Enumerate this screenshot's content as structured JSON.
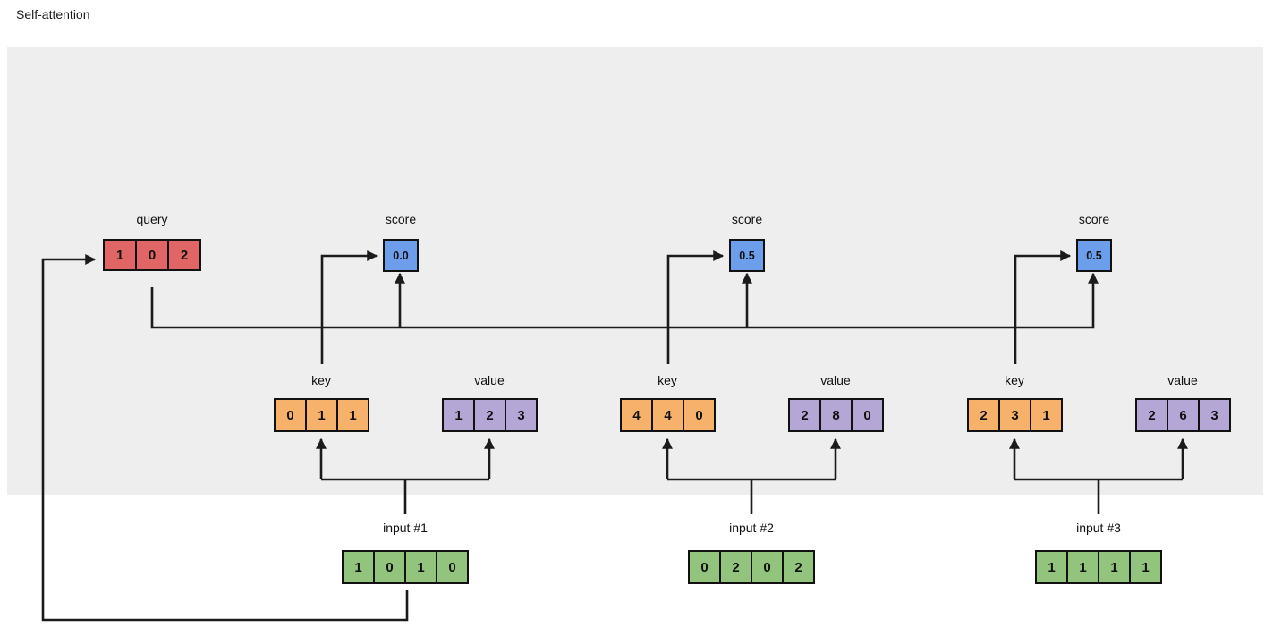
{
  "title": "Self-attention",
  "colors": {
    "query": "#e06666",
    "score": "#6d9eeb",
    "key": "#f6b26b",
    "value": "#b4a7d6",
    "input": "#93c47d",
    "panel": "#eeeeee",
    "line": "#1b1b1b"
  },
  "query": {
    "label": "query",
    "values": [
      "1",
      "0",
      "2"
    ]
  },
  "scores": [
    {
      "label": "score",
      "value": "0.0"
    },
    {
      "label": "score",
      "value": "0.5"
    },
    {
      "label": "score",
      "value": "0.5"
    }
  ],
  "keys": [
    {
      "label": "key",
      "values": [
        "0",
        "1",
        "1"
      ]
    },
    {
      "label": "key",
      "values": [
        "4",
        "4",
        "0"
      ]
    },
    {
      "label": "key",
      "values": [
        "2",
        "3",
        "1"
      ]
    }
  ],
  "values": [
    {
      "label": "value",
      "values": [
        "1",
        "2",
        "3"
      ]
    },
    {
      "label": "value",
      "values": [
        "2",
        "8",
        "0"
      ]
    },
    {
      "label": "value",
      "values": [
        "2",
        "6",
        "3"
      ]
    }
  ],
  "inputs": [
    {
      "label": "input #1",
      "values": [
        "1",
        "0",
        "1",
        "0"
      ]
    },
    {
      "label": "input #2",
      "values": [
        "0",
        "2",
        "0",
        "2"
      ]
    },
    {
      "label": "input #3",
      "values": [
        "1",
        "1",
        "1",
        "1"
      ]
    }
  ]
}
